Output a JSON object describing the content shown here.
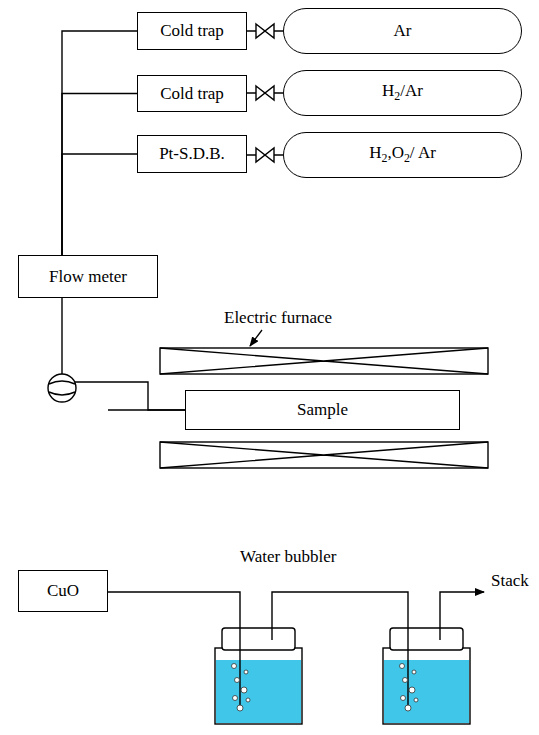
{
  "diagram": {
    "nodes": [
      {
        "text": [
          "Cold trap"
        ]
      },
      {
        "text": [
          "Ar"
        ]
      },
      {
        "text": [
          "Cold trap"
        ]
      },
      {
        "text": [
          "H2/Ar"
        ]
      },
      {
        "text": [
          "Pt-S.D.B."
        ]
      },
      {
        "text": [
          "H2,O2/ Ar"
        ]
      },
      {
        "text": [
          "Flow meter"
        ]
      },
      {
        "text": [
          "Sample"
        ]
      },
      {
        "text": [
          "CuO"
        ]
      }
    ],
    "edges": [
      {
        "from": 1,
        "to": 0,
        "arrow": "none"
      },
      {
        "from": 3,
        "to": 2,
        "arrow": "none"
      },
      {
        "from": 5,
        "to": 4,
        "arrow": "none"
      },
      {
        "from": 0,
        "to": 6,
        "arrow": "none"
      },
      {
        "from": 2,
        "to": 6,
        "arrow": "none"
      },
      {
        "from": 4,
        "to": 6,
        "arrow": "none"
      },
      {
        "from": 6,
        "to": 7,
        "arrow": "none"
      },
      {
        "from": 7,
        "to": 8,
        "arrow": "none"
      }
    ],
    "labels": [
      "Electric furnace",
      "Water bubbler",
      "Stack"
    ]
  }
}
